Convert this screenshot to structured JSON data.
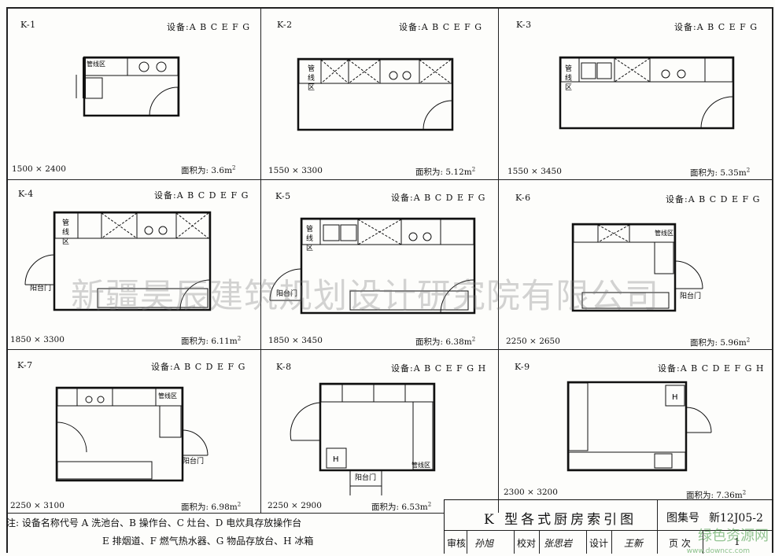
{
  "plans": [
    {
      "code": "K-1",
      "equipment": "设备:A B C E F G",
      "size": "1500 × 2400",
      "area": "面积为: 3.6m",
      "labels": {
        "pipe": "管线区"
      }
    },
    {
      "code": "K-2",
      "equipment": "设备:A B C E F G",
      "size": "1550 × 3300",
      "area": "面积为: 5.12m",
      "labels": {
        "pipe": "管线区"
      }
    },
    {
      "code": "K-3",
      "equipment": "设备:A B C E F G",
      "size": "1550 × 3450",
      "area": "面积为: 5.35m",
      "labels": {
        "pipe": "管线区"
      }
    },
    {
      "code": "K-4",
      "equipment": "设备:A B C D E F G",
      "size": "1850 × 3300",
      "area": "面积为: 6.11m",
      "labels": {
        "pipe": "管线区",
        "balcony": "阳台门"
      }
    },
    {
      "code": "K-5",
      "equipment": "设备:A B C D E F G",
      "size": "1850 × 3450",
      "area": "面积为: 6.38m",
      "labels": {
        "pipe": "管线区",
        "balcony": "阳台门"
      }
    },
    {
      "code": "K-6",
      "equipment": "设备:A B C D E F G",
      "size": "2250 × 2650",
      "area": "面积为: 5.96m",
      "labels": {
        "pipe": "管线区",
        "balcony": "阳台门"
      }
    },
    {
      "code": "K-7",
      "equipment": "设备:A B C D E F G",
      "size": "2250 × 3100",
      "area": "面积为: 6.98m",
      "labels": {
        "pipe": "管线区",
        "balcony": "阳台门"
      }
    },
    {
      "code": "K-8",
      "equipment": "设备:A B C E F G H",
      "size": "2250 × 2900",
      "area": "面积为: 6.53m",
      "labels": {
        "pipe": "管线区",
        "balcony": "阳台门",
        "fridge": "H"
      }
    },
    {
      "code": "K-9",
      "equipment": "设备:A B C D E F G H",
      "size": "2300 × 3200",
      "area": "面积为: 7.36m",
      "labels": {
        "fridge": "H"
      }
    }
  ],
  "sup2": "2",
  "note": {
    "line1": "注: 设备名称代号   A 洗池台、B 操作台、C 灶台、D 电炊具存放操作台",
    "line2": "E 排烟道、F 燃气热水器、G 物品存放台、H 冰箱"
  },
  "title_block": {
    "title": "K 型各式厨房索引图",
    "atlas_label": "图集号",
    "atlas_no": "新12J05-2",
    "review_label": "审核",
    "review_sig": "孙旭",
    "check_label": "校对",
    "check_sig": "张思岩",
    "design_label": "设计",
    "design_sig": "王新",
    "page_label": "页 次",
    "page_no": "1"
  },
  "watermark": "新疆昊辰建筑规划设计研究院有限公司",
  "site_mark": "绿色资源网",
  "site_url": "www.downcc.com"
}
